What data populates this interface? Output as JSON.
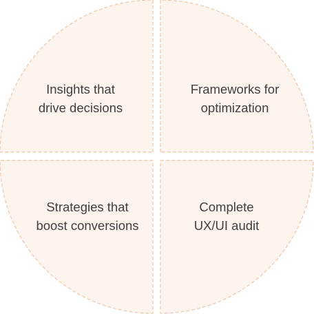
{
  "colors": {
    "fill": "#fdf4ee",
    "stroke": "#f3c4a4",
    "text": "#3f3f3f"
  },
  "quadrants": {
    "top_left": {
      "line1": "Insights that",
      "line2": "drive decisions"
    },
    "top_right": {
      "line1": "Frameworks for",
      "line2": "optimization"
    },
    "bottom_left": {
      "line1": "Strategies that",
      "line2": "boost conversions"
    },
    "bottom_right": {
      "line1": "Complete",
      "line2": "UX/UI audit"
    }
  }
}
